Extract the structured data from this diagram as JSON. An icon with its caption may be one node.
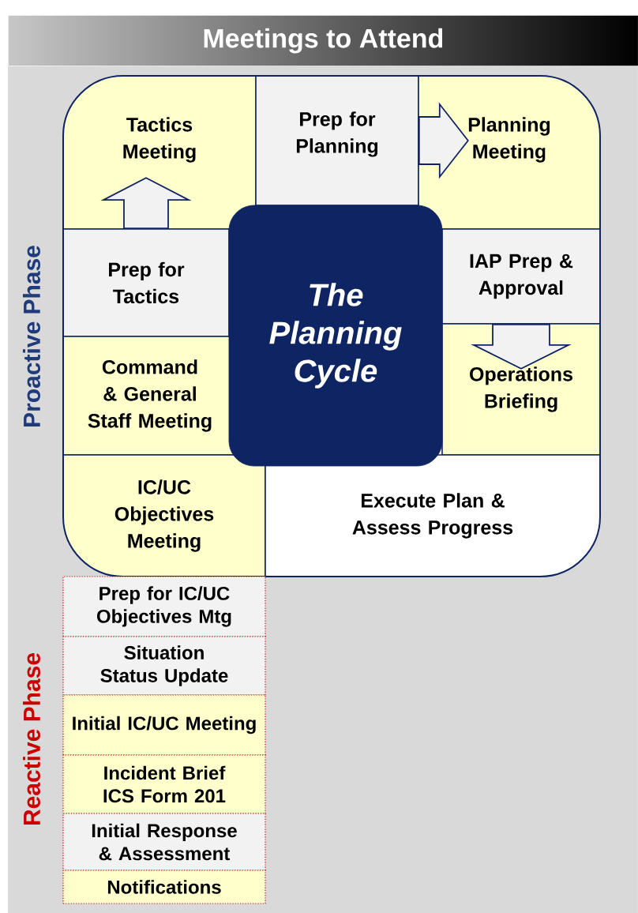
{
  "diagram": {
    "title": "Meetings to Attend",
    "nodes": [
      {
        "text": [
          "Tactics Meeting"
        ]
      },
      {
        "text": [
          "Prep for Planning"
        ]
      },
      {
        "text": [
          "Planning Meeting"
        ]
      },
      {
        "text": [
          "Prep for Tactics"
        ]
      },
      {
        "text": [
          "The Planning Cycle"
        ]
      },
      {
        "text": [
          "IAP Prep & Approval"
        ]
      },
      {
        "text": [
          "Command & General Staff Meeting"
        ]
      },
      {
        "text": [
          "Operations Briefing"
        ]
      },
      {
        "text": [
          "IC/UC Objectives Meeting"
        ]
      },
      {
        "text": [
          "Execute Plan & Assess Progress"
        ]
      },
      {
        "text": [
          "Prep for IC/UC Objectives Mtg"
        ]
      },
      {
        "text": [
          "Situation Status Update"
        ]
      },
      {
        "text": [
          "Initial IC/UC Meeting"
        ]
      },
      {
        "text": [
          "Incident Brief ICS Form 201"
        ]
      },
      {
        "text": [
          "Initial Response & Assessment"
        ]
      },
      {
        "text": [
          "Notifications"
        ]
      }
    ],
    "edges": [
      {
        "from": 3,
        "to": 0,
        "arrow": "to"
      },
      {
        "from": 1,
        "to": 2,
        "arrow": "to"
      },
      {
        "from": 5,
        "to": 7,
        "arrow": "to"
      }
    ],
    "labels": [
      "Proactive Phase",
      "Reactive Phase"
    ]
  }
}
